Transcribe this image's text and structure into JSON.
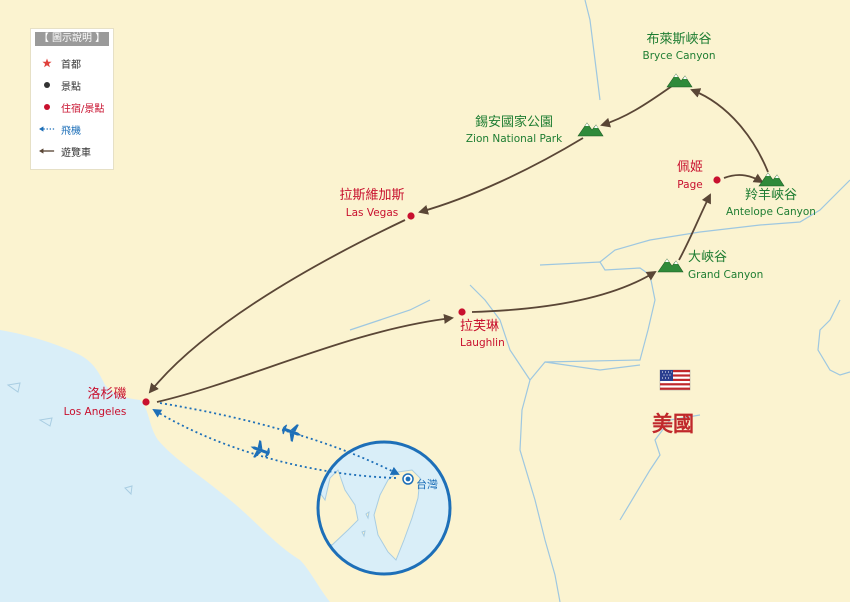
{
  "legend": {
    "title": "【 圖示說明 】",
    "items": [
      {
        "label": "首都",
        "icon": "star-icon",
        "color": "#e0413c"
      },
      {
        "label": "景點",
        "icon": "dot-icon",
        "color": "#333333"
      },
      {
        "label": "住宿/景點",
        "icon": "dot-icon",
        "color": "#c8102e"
      },
      {
        "label": "飛機",
        "icon": "dotted-arrow-icon",
        "color": "#1d6fb8"
      },
      {
        "label": "遊覽車",
        "icon": "arrow-icon",
        "color": "#5a4636"
      }
    ]
  },
  "places": {
    "bryce": {
      "zh": "布萊斯峽谷",
      "en": "Bryce Canyon"
    },
    "zion": {
      "zh": "錫安國家公園",
      "en": "Zion National Park"
    },
    "lasvegas": {
      "zh": "拉斯維加斯",
      "en": "Las Vegas"
    },
    "page": {
      "zh": "佩姬",
      "en": "Page"
    },
    "antelope": {
      "zh": "羚羊峽谷",
      "en": "Antelope Canyon"
    },
    "grandcanyon": {
      "zh": "大峽谷",
      "en": "Grand Canyon"
    },
    "laughlin": {
      "zh": "拉芙琳",
      "en": "Laughlin"
    },
    "losangeles": {
      "zh": "洛杉磯",
      "en": "Los Angeles"
    },
    "taiwan": {
      "zh": "台灣"
    }
  },
  "country": {
    "label": "美國",
    "flag": "us-flag-icon"
  },
  "colors": {
    "land": "#fbf3d0",
    "ocean": "#d9eef8",
    "border": "#9ec7e0",
    "lodging": "#c8102e",
    "attraction_text": "#1e7d32",
    "flight": "#1d6fb8",
    "bus": "#5a4636"
  }
}
